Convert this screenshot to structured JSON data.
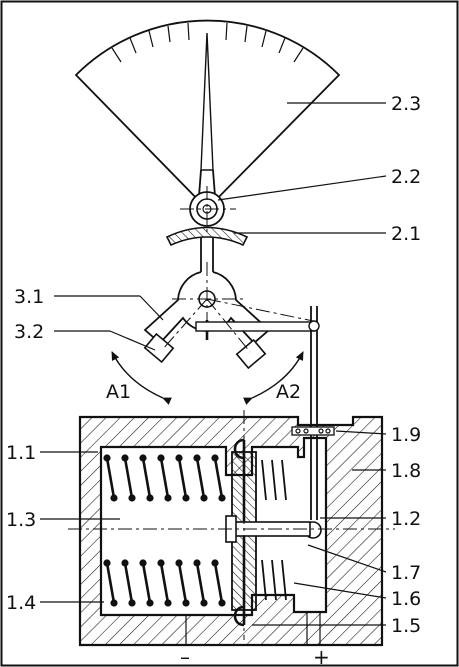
{
  "labels": {
    "l_2_3": "2.3",
    "l_2_2": "2.2",
    "l_2_1": "2.1",
    "l_3_1": "3.1",
    "l_3_2": "3.2",
    "l_a1": "A1",
    "l_a2": "A2",
    "l_1_9": "1.9",
    "l_1_1": "1.1",
    "l_1_8": "1.8",
    "l_1_3": "1.3",
    "l_1_2": "1.2",
    "l_1_7": "1.7",
    "l_1_4": "1.4",
    "l_1_6": "1.6",
    "l_1_5": "1.5"
  },
  "terminals": {
    "minus": "–",
    "plus": "+"
  }
}
